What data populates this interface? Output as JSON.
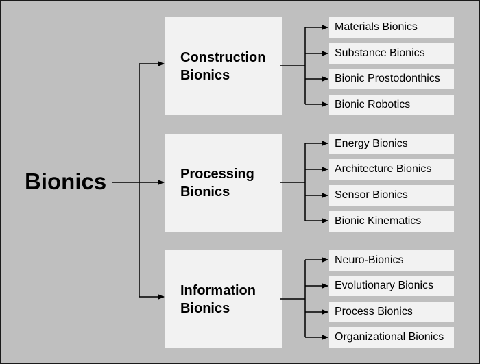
{
  "root": {
    "label": "Bionics"
  },
  "categories": [
    {
      "label": "Construction\nBionics",
      "items": [
        "Materials Bionics",
        "Substance Bionics",
        "Bionic Prostodonthics",
        "Bionic Robotics"
      ]
    },
    {
      "label": "Processing\nBionics",
      "items": [
        "Energy Bionics",
        "Architecture Bionics",
        "Sensor Bionics",
        "Bionic Kinematics"
      ]
    },
    {
      "label": "Information\nBionics",
      "items": [
        "Neuro-Bionics",
        "Evolutionary Bionics",
        "Process Bionics",
        "Organizational Bionics"
      ]
    }
  ],
  "colors": {
    "background": "#bfbfbf",
    "box_fill": "#f2f2f2",
    "line": "#000000",
    "border": "#1a1a1a"
  }
}
